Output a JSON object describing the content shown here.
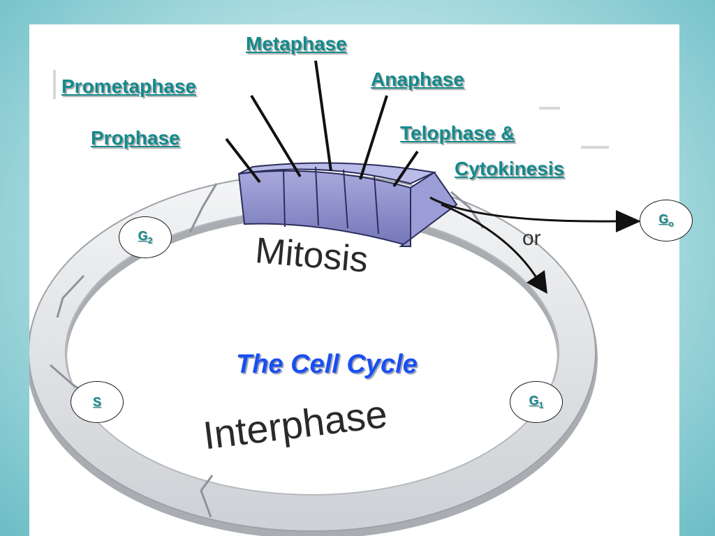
{
  "title": "The Cell Cycle",
  "ring_labels": {
    "mitosis": "Mitosis",
    "interphase": "Interphase",
    "or": "or"
  },
  "phases": {
    "metaphase": "Metaphase",
    "prometaphase": "Prometaphase",
    "anaphase": "Anaphase",
    "prophase": "Prophase",
    "telophase_line1": "Telophase &",
    "telophase_line2": "Cytokinesis"
  },
  "stages": {
    "g2": {
      "letter": "G",
      "sub": "2"
    },
    "s": {
      "letter": "S"
    },
    "g1": {
      "letter": "G",
      "sub": "1"
    },
    "g0": {
      "letter": "G",
      "sub": "o"
    }
  },
  "colors": {
    "link": "#138a8c",
    "title": "#1a4ff0",
    "mitosis_block": "#8a8cc6",
    "ring": "#e4e6e8",
    "background": "#8fd0d6"
  }
}
